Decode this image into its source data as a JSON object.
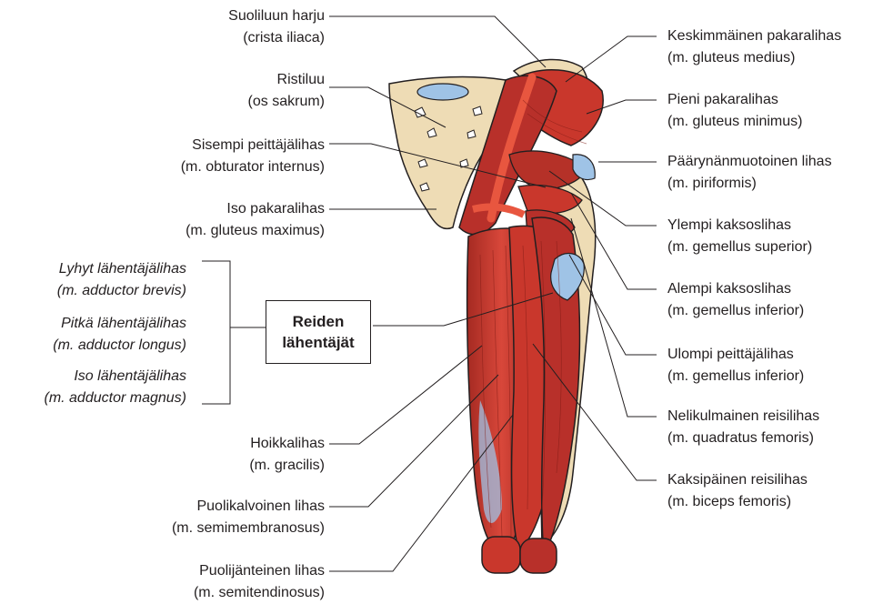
{
  "colors": {
    "muscle": "#c9372c",
    "muscle_dark": "#8e1f17",
    "bone": "#eedcb5",
    "tendon": "#9fc3e6",
    "line": "#231f20"
  },
  "labels_left": [
    {
      "name": "Suoliluun harju",
      "latin": "(crista iliaca)"
    },
    {
      "name": "Ristiluu",
      "latin": "(os sakrum)"
    },
    {
      "name": "Sisempi peittäjälihas",
      "latin": "(m. obturator internus)"
    },
    {
      "name": "Iso pakaralihas",
      "latin": "(m. gluteus maximus)"
    },
    {
      "name": "Hoikkalihas",
      "latin": "(m. gracilis)"
    },
    {
      "name": "Puolikalvoinen lihas",
      "latin": "(m. semimembranosus)"
    },
    {
      "name": "Puolijänteinen lihas",
      "latin": "(m. semitendinosus)"
    }
  ],
  "adductors": [
    {
      "name": "Lyhyt lähentäjälihas",
      "latin": "(m. adductor brevis)"
    },
    {
      "name": "Pitkä lähentäjälihas",
      "latin": "(m. adductor longus)"
    },
    {
      "name": "Iso lähentäjälihas",
      "latin": "(m. adductor magnus)"
    }
  ],
  "group_box": {
    "line1": "Reiden",
    "line2": "lähentäjät"
  },
  "labels_right": [
    {
      "name": "Keskimmäinen pakaralihas",
      "latin": "(m. gluteus medius)"
    },
    {
      "name": "Pieni pakaralihas",
      "latin": "(m. gluteus minimus)"
    },
    {
      "name": "Päärynänmuotoinen lihas",
      "latin": "(m. piriformis)"
    },
    {
      "name": "Ylempi kaksoslihas",
      "latin": "(m. gemellus superior)"
    },
    {
      "name": "Alempi kaksoslihas",
      "latin": "(m. gemellus inferior)"
    },
    {
      "name": "Ulompi peittäjälihas",
      "latin": "(m. gemellus inferior)"
    },
    {
      "name": "Nelikulmainen reisilihas",
      "latin": "(m. quadratus femoris)"
    },
    {
      "name": "Kaksipäinen reisilihas",
      "latin": "(m. biceps femoris)"
    }
  ]
}
